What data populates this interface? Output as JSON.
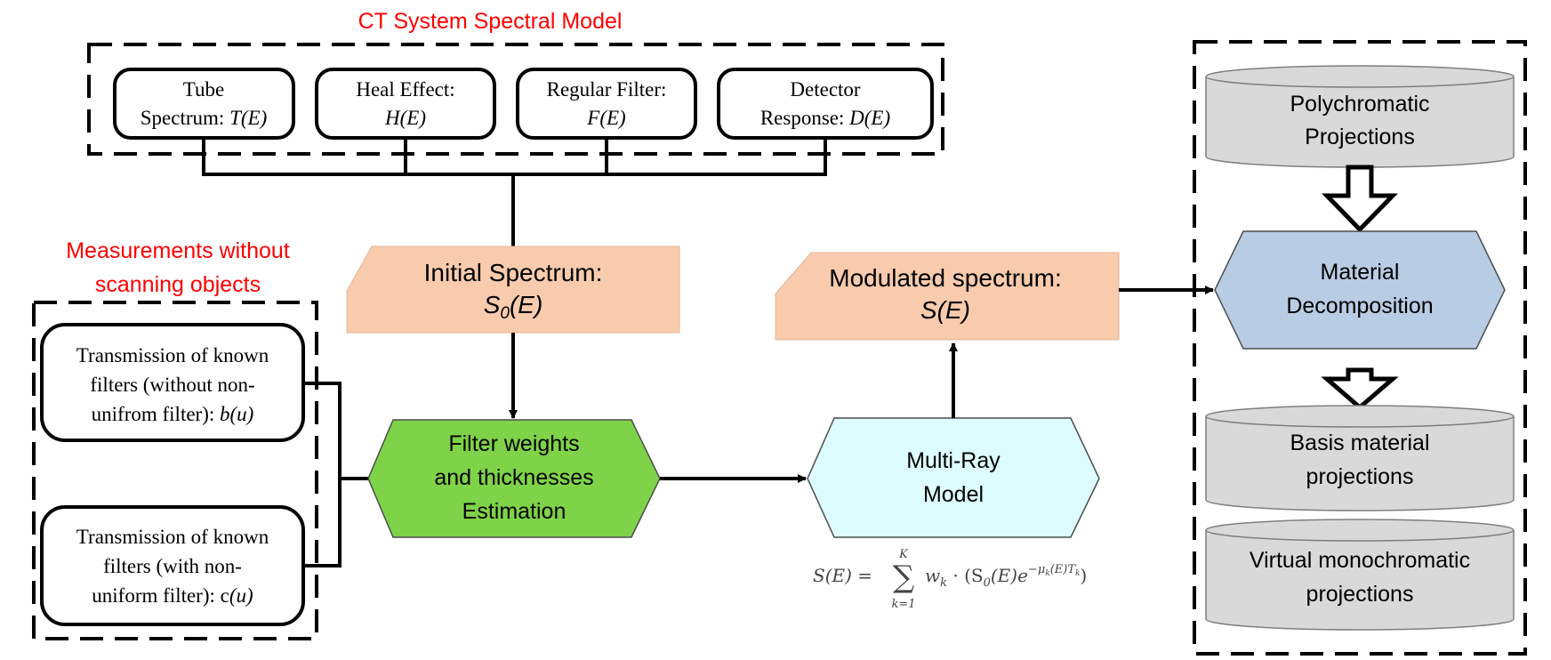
{
  "spectral_model": {
    "title": "CT System Spectral Model",
    "boxes": [
      {
        "line1": "Tube",
        "line2_prefix": "Spectrum: ",
        "line2_italic": "T(E)"
      },
      {
        "line1": "Heal Effect:",
        "line2_prefix": "",
        "line2_italic": "H(E)"
      },
      {
        "line1": "Regular Filter:",
        "line2_prefix": "",
        "line2_italic": "F(E)"
      },
      {
        "line1": "Detector",
        "line2_prefix": "Response: ",
        "line2_italic": "D(E)"
      }
    ]
  },
  "measurements": {
    "title_line1": "Measurements without",
    "title_line2": "scanning objects",
    "box1": {
      "line1": "Transmission of known",
      "line2": "filters (without non-",
      "line3_prefix": "unifrom filter): ",
      "line3_italic": "b(u)"
    },
    "box2": {
      "line1": "Transmission of known",
      "line2": "filters (with non-",
      "line3_prefix": "uniform filter): c",
      "line3_italic": "(u)"
    }
  },
  "initial_spectrum": {
    "line1": "Initial Spectrum:",
    "line2": "S",
    "line2_sub": "0",
    "line2_rest": "(E)"
  },
  "modulated_spectrum": {
    "line1": "Modulated spectrum:",
    "line2": "S(E)"
  },
  "filter_estimation": {
    "line1": "Filter weights",
    "line2": "and thicknesses",
    "line3": "Estimation"
  },
  "multi_ray": {
    "line1": "Multi-Ray",
    "line2": "Model"
  },
  "formula": {
    "lhs": "S(E) = ",
    "sum_top": "K",
    "sum_symbol": "∑",
    "sum_bottom": "k=1",
    "body": "w",
    "body_sub": "k",
    "body_rest": " · (S",
    "body_rest_sub": "0",
    "body_rest2": "(E)e",
    "exponent": "−μ",
    "exponent_sub": "k",
    "exponent_rest": "(E)T",
    "exponent_rest_sub": "k",
    "close": ")"
  },
  "right_panel": {
    "polychromatic": {
      "line1": "Polychromatic",
      "line2": "Projections"
    },
    "material_decomposition": {
      "line1": "Material",
      "line2": "Decomposition"
    },
    "basis": {
      "line1": "Basis material",
      "line2": "projections"
    },
    "virtual": {
      "line1": "Virtual monochromatic",
      "line2": "projections"
    }
  },
  "colors": {
    "red_title": "#ff0000",
    "orange_box": "#f8cbad",
    "green_hex": "#7ed348",
    "cyan_hex": "#dcfcfd",
    "blue_hex": "#b8cce4",
    "gray_cyl": "#d9d9d9"
  }
}
